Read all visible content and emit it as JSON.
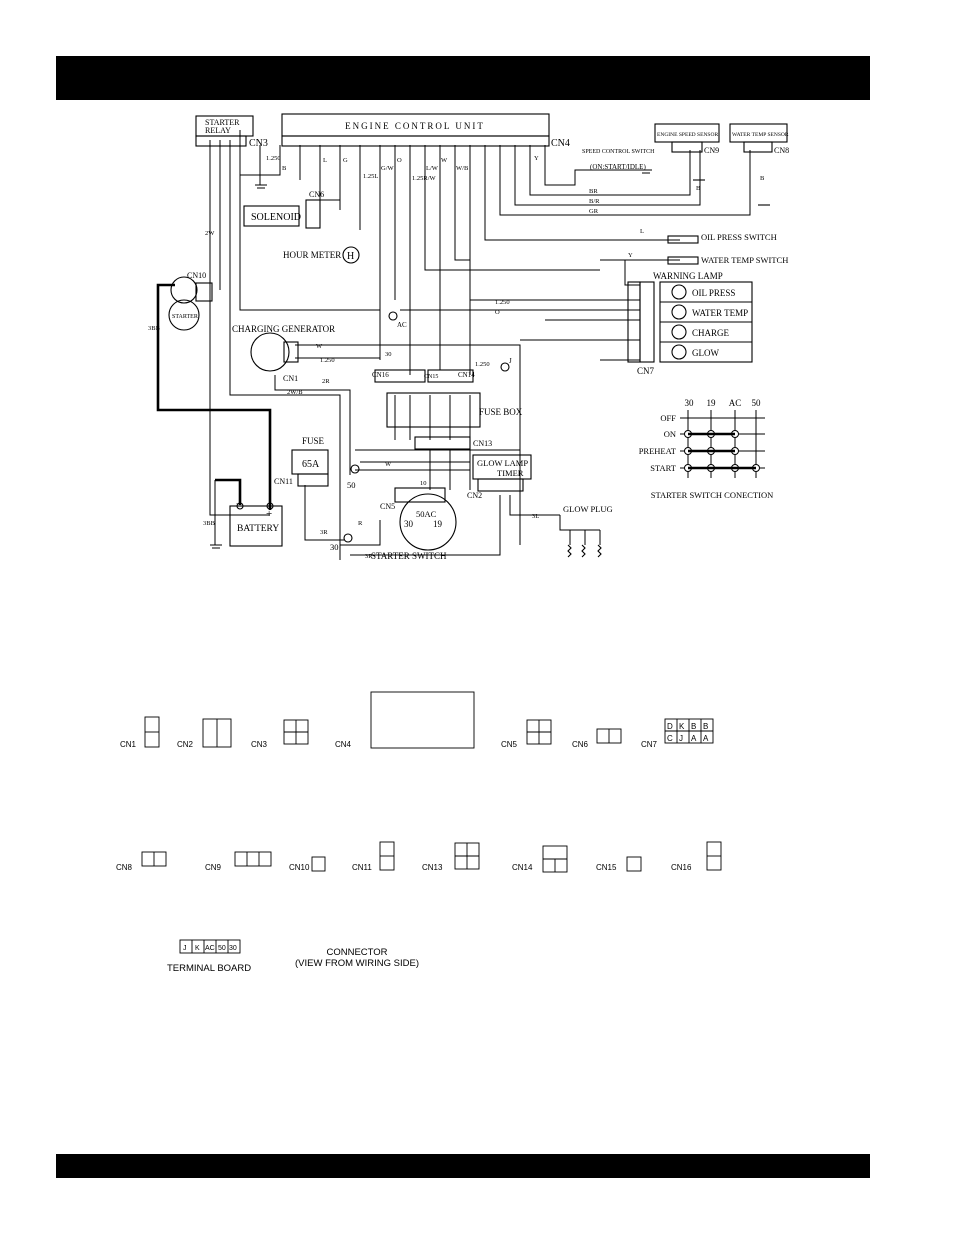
{
  "diagram": {
    "title": "ENGINE CONTROL UNIT",
    "cn4": "CN4",
    "starter_relay": [
      "STARTER",
      "RELAY"
    ],
    "cn3": "CN3",
    "engine_speed_sensor": "ENGINE SPEED SENSOR",
    "cn9": "CN9",
    "water_temp_sensor": "WATER TEMP SENSOR",
    "cn8": "CN8",
    "speed_control_switch": "SPEED CONTROL SWITCH",
    "speed_switch_mode": "(ON:START/IDLE)",
    "solenoid": "SOLENOID",
    "cn6": "CN6",
    "hour_meter": "HOUR METER",
    "hour_meter_symbol": "H",
    "oil_press_switch": "OIL PRESS SWITCH",
    "water_temp_switch": "WATER TEMP SWITCH",
    "warning_lamp": "WARNING LAMP",
    "lamps": [
      "OIL PRESS",
      "WATER TEMP",
      "CHARGE",
      "GLOW"
    ],
    "cn7": "CN7",
    "cn10": "CN10",
    "starter": "STARTER",
    "charging_generator": "CHARGING GENERATOR",
    "cn1": "CN1",
    "cn16": "CN16",
    "cn15": "CN15",
    "cn14": "CN14",
    "fuse_box": "FUSE BOX",
    "cn13": "CN13",
    "fuse": "FUSE",
    "fuse_rating": "65A",
    "cn11": "CN11",
    "battery": "BATTERY",
    "glow_lamp_timer": [
      "GLOW LAMP",
      "TIMER"
    ],
    "cn2": "CN2",
    "cn5": "CN5",
    "glow_plug": "GLOW PLUG",
    "starter_switch": "STARTER SWITCH",
    "ss_terminals": [
      "50AC",
      "30",
      "19"
    ],
    "terminal_30": "30",
    "terminal_50": "50",
    "terminal_ac": "AC",
    "terminal_j": "J",
    "starter_switch_connection": {
      "title": "STARTER SWITCH CONECTION",
      "columns": [
        "30",
        "19",
        "AC",
        "50"
      ],
      "rows": [
        "OFF",
        "ON",
        "PREHEAT",
        "START"
      ]
    },
    "wire_labels": {
      "w_1250a": "1.250",
      "w_b": "B",
      "w_l": "L",
      "w_g": "G",
      "w_125l": "1.25L",
      "w_gw": "G/W",
      "w_o": "O",
      "w_125rw": "1.25R/W",
      "w_lw": "L/W",
      "w_w": "W",
      "w_wb": "W/B",
      "w_y": "Y",
      "w_br": "BR",
      "w_bbr": "B/R",
      "w_gr": "GR",
      "w_2w": "2W",
      "w_3bb": "3BB",
      "w_1250b": "1.250",
      "w_o2": "O",
      "w_1250c": "1.250",
      "w_1250d": "1.250",
      "w_w2": "W",
      "w_2r": "2R",
      "w_2wb": "2W/B",
      "w_r": "R",
      "w_3r": "3R",
      "w_3l": "3L",
      "w_l2": "L",
      "w_y2": "Y",
      "w_b2": "B",
      "w_b3": "B",
      "w_3bb2": "3BB",
      "w_30": "30",
      "w_10": "10",
      "w_w3": "W",
      "w_3r2": "3R"
    }
  },
  "connectors": {
    "cn1": "CN1",
    "cn2": "CN2",
    "cn3": "CN3",
    "cn4": "CN4",
    "cn5": "CN5",
    "cn6": "CN6",
    "cn7": "CN7",
    "cn8": "CN8",
    "cn9": "CN9",
    "cn10": "CN10",
    "cn11": "CN11",
    "cn13": "CN13",
    "cn14": "CN14",
    "cn15": "CN15",
    "cn16": "CN16",
    "cn7_cells": [
      "D",
      "K",
      "B",
      "B",
      "C",
      "J",
      "A",
      "A"
    ],
    "terminal_board": "TERMINAL BOARD",
    "terminal_board_cells": [
      "J",
      "K",
      "AC",
      "50",
      "30"
    ],
    "note": [
      "CONNECTOR",
      "(VIEW FROM WIRING SIDE)"
    ]
  }
}
